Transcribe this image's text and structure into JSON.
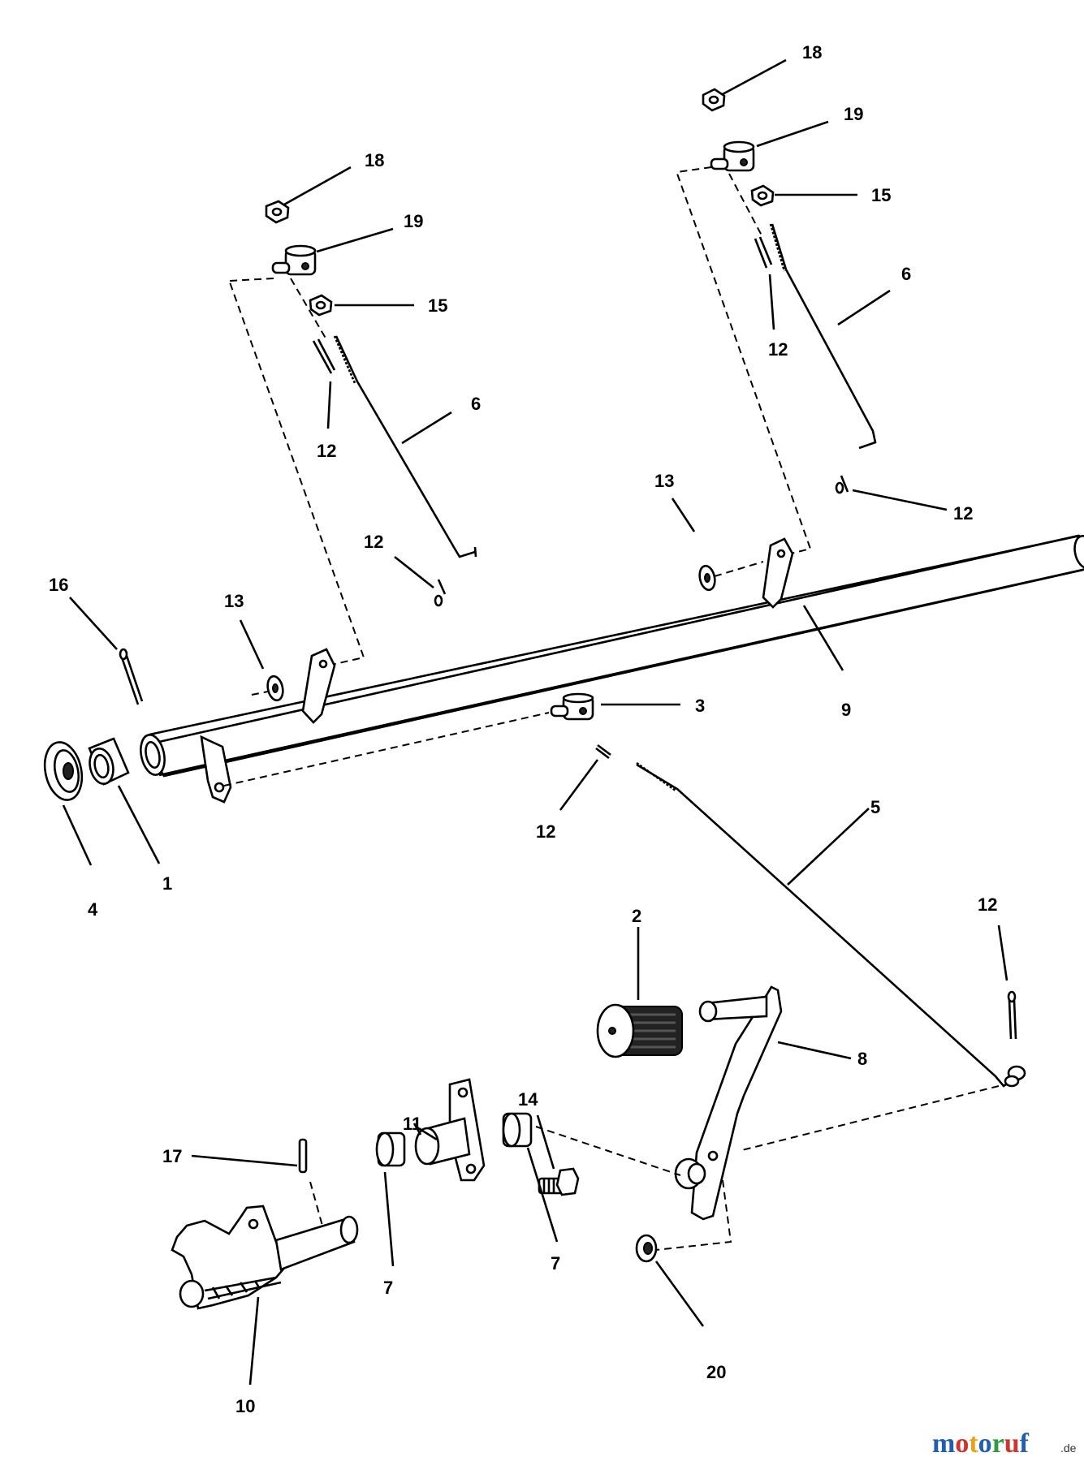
{
  "labels": {
    "l18a": "18",
    "l19a": "19",
    "l15a": "15",
    "l12a": "12",
    "l6a": "6",
    "l18b": "18",
    "l19b": "19",
    "l15b": "15",
    "l12b": "12",
    "l6b": "6",
    "l12c": "12",
    "l13a": "13",
    "l13b": "13",
    "l12d": "12",
    "l16": "16",
    "l3": "3",
    "l9": "9",
    "l12e": "12",
    "l4": "4",
    "l1": "1",
    "l5": "5",
    "l12f": "12",
    "l2": "2",
    "l8": "8",
    "l14": "14",
    "l11": "11",
    "l17": "17",
    "l7a": "7",
    "l7b": "7",
    "l10": "10",
    "l20": "20"
  },
  "watermark": {
    "letters": [
      "m",
      "o",
      "t",
      "o",
      "r",
      "u",
      "f"
    ],
    "colors": [
      "#1f5fb0",
      "#d0342c",
      "#e8a317",
      "#1f5fb0",
      "#2e9b3c",
      "#d0342c",
      "#1f5fb0"
    ],
    "suffix": ".de"
  }
}
